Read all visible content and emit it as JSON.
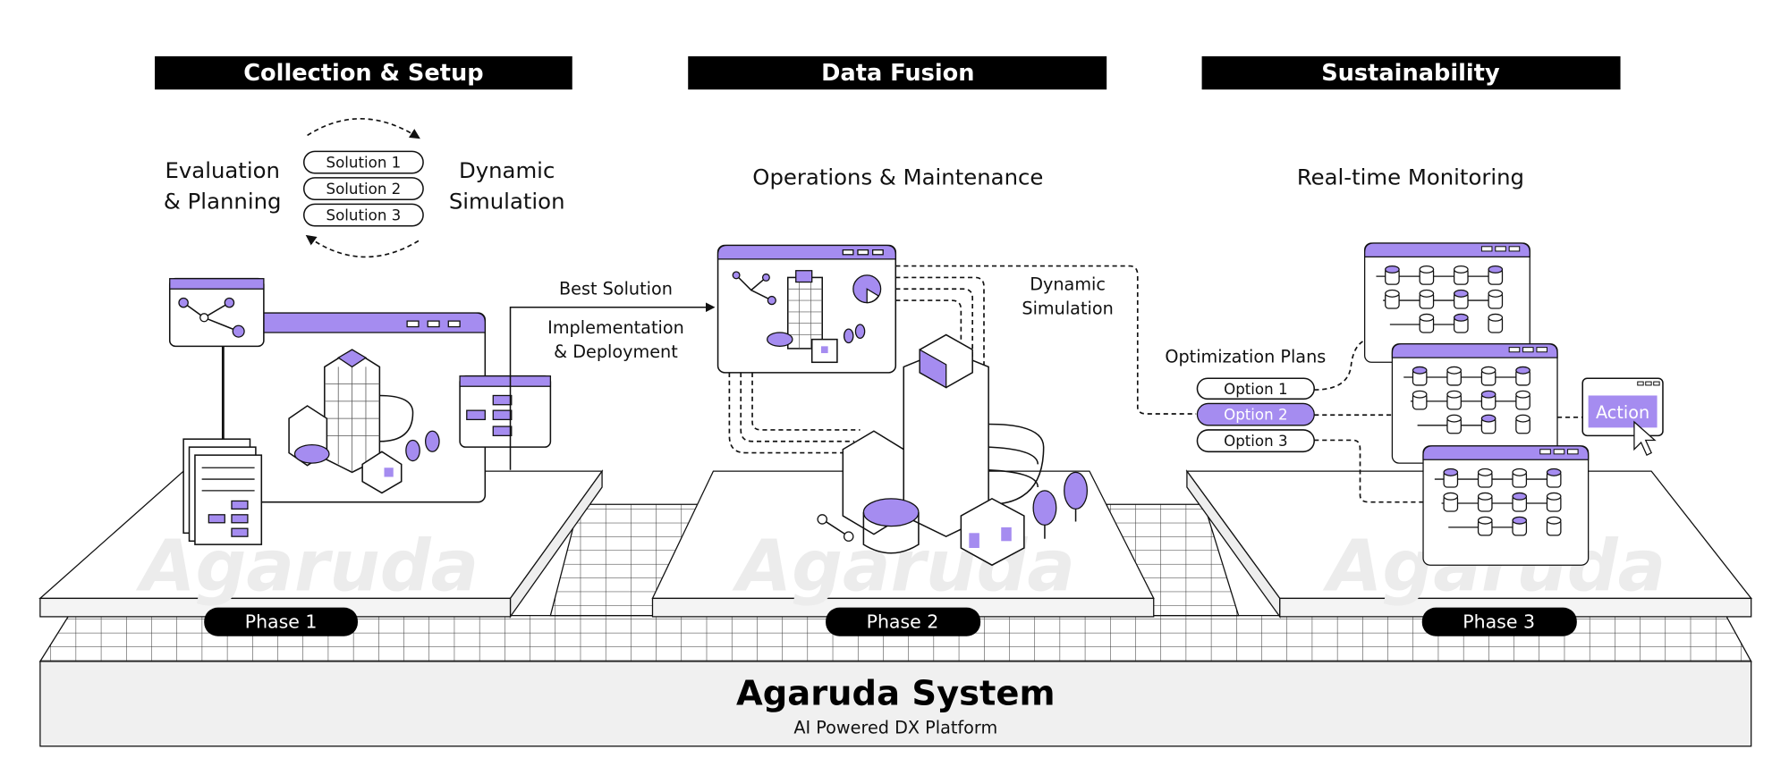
{
  "headers": [
    "Collection & Setup",
    "Data Fusion",
    "Sustainability"
  ],
  "phase1": {
    "left_label": [
      "Evaluation",
      "& Planning"
    ],
    "right_label": [
      "Dynamic",
      "Simulation"
    ],
    "solutions": [
      "Solution 1",
      "Solution 2",
      "Solution 3"
    ],
    "pill": "Phase 1"
  },
  "transition": {
    "top": "Best Solution",
    "bottom": [
      "Implementation",
      "& Deployment"
    ]
  },
  "phase2": {
    "title": "Operations & Maintenance",
    "sim_label": [
      "Dynamic",
      "Simulation"
    ],
    "pill": "Phase 2"
  },
  "phase3": {
    "title": "Real-time Monitoring",
    "plans_label": "Optimization Plans",
    "options": [
      "Option 1",
      "Option 2",
      "Option 3"
    ],
    "selected_option": "Option 2",
    "action": "Action",
    "pill": "Phase 3"
  },
  "watermark": "Agaruda",
  "base": {
    "title": "Agaruda System",
    "subtitle": "AI Powered DX Platform"
  },
  "colors": {
    "accent": "#a58cf0",
    "dark": "#000000",
    "base": "#f0f0f0"
  }
}
